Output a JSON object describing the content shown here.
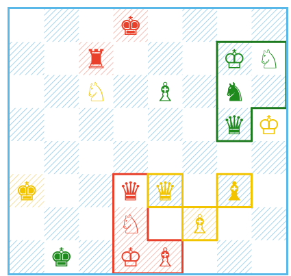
{
  "board": {
    "rows": 8,
    "cols": 8,
    "colors": {
      "frame": "#5ab8e8",
      "hatch_blue": "#8ec8ea",
      "hatch_red": "#f0a89c",
      "hatch_yellow": "#f2d27a",
      "piece_red": "#e8402a",
      "piece_green": "#1e8a1e",
      "piece_yellow": "#f2c400",
      "outline_red": "#e8402a",
      "outline_green": "#1e7a1e",
      "outline_yellow": "#f2c400"
    },
    "pieces": [
      {
        "name": "red-king-piece",
        "glyph": "♚",
        "color": "red",
        "row": 0,
        "col": 3,
        "hatch": "red"
      },
      {
        "name": "red-rook-piece",
        "glyph": "♜",
        "color": "red",
        "row": 1,
        "col": 2,
        "hatch": "red"
      },
      {
        "name": "green-king-piece-outline",
        "glyph": "♔",
        "color": "green",
        "row": 1,
        "col": 6,
        "hatch": "none"
      },
      {
        "name": "green-knight-piece-outline",
        "glyph": "♘",
        "color": "green",
        "row": 1,
        "col": 7,
        "hatch": "none"
      },
      {
        "name": "yellow-knight-piece",
        "glyph": "♘",
        "color": "yellow",
        "row": 2,
        "col": 2,
        "hatch": "none"
      },
      {
        "name": "green-bishop-piece",
        "glyph": "♗",
        "color": "green",
        "row": 2,
        "col": 4,
        "hatch": "none"
      },
      {
        "name": "green-knight-piece",
        "glyph": "♞",
        "color": "green",
        "row": 2,
        "col": 6,
        "hatch": "none"
      },
      {
        "name": "green-queen-piece",
        "glyph": "♛",
        "color": "green",
        "row": 3,
        "col": 6,
        "hatch": "none"
      },
      {
        "name": "yellow-king-piece",
        "glyph": "♔",
        "color": "yellow",
        "row": 3,
        "col": 7,
        "hatch": "none"
      },
      {
        "name": "yellow-king-piece-left",
        "glyph": "♚",
        "color": "yellow",
        "row": 5,
        "col": 0,
        "hatch": "yellow"
      },
      {
        "name": "red-queen-piece",
        "glyph": "♛",
        "color": "red",
        "row": 5,
        "col": 3,
        "hatch": "none"
      },
      {
        "name": "yellow-queen-piece",
        "glyph": "♛",
        "color": "yellow",
        "row": 5,
        "col": 4,
        "hatch": "none"
      },
      {
        "name": "yellow-bishop-piece",
        "glyph": "♝",
        "color": "yellow",
        "row": 5,
        "col": 6,
        "hatch": "none"
      },
      {
        "name": "red-knight-piece",
        "glyph": "♘",
        "color": "red",
        "row": 6,
        "col": 3,
        "hatch": "red"
      },
      {
        "name": "yellow-bishop-piece-outline",
        "glyph": "♗",
        "color": "yellow",
        "row": 6,
        "col": 5,
        "hatch": "yellow"
      },
      {
        "name": "green-king-piece-bottom",
        "glyph": "♚",
        "color": "green",
        "row": 7,
        "col": 1,
        "hatch": "none"
      },
      {
        "name": "red-king-piece-outline",
        "glyph": "♔",
        "color": "red",
        "row": 7,
        "col": 3,
        "hatch": "red"
      },
      {
        "name": "red-bishop-piece-outline",
        "glyph": "♗",
        "color": "red",
        "row": 7,
        "col": 4,
        "hatch": "red"
      }
    ],
    "letter_shapes": [
      {
        "name": "green-letter-p-outline",
        "color": "green",
        "cells": [
          [
            1,
            6
          ],
          [
            1,
            7
          ],
          [
            2,
            6
          ],
          [
            2,
            7
          ],
          [
            3,
            6
          ]
        ]
      },
      {
        "name": "red-letter-l-outline",
        "color": "red",
        "cells": [
          [
            5,
            3
          ],
          [
            6,
            3
          ],
          [
            7,
            3
          ],
          [
            7,
            4
          ]
        ]
      },
      {
        "name": "yellow-letter-v-outline",
        "color": "yellow",
        "cells": [
          [
            5,
            4
          ],
          [
            5,
            6
          ],
          [
            6,
            5
          ]
        ]
      }
    ]
  }
}
